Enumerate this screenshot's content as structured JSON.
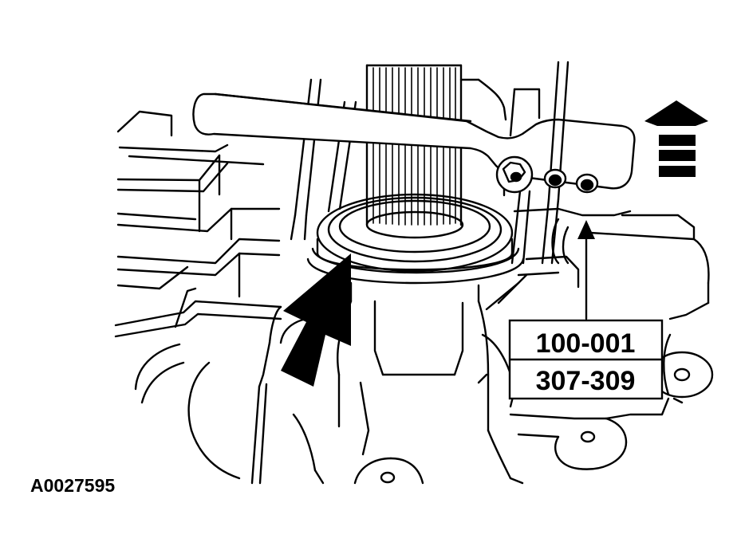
{
  "figure": {
    "id": "A0027595",
    "tool_numbers": [
      "100-001",
      "307-309"
    ]
  },
  "colors": {
    "line": "#000000",
    "background": "#ffffff"
  },
  "icons": {
    "force_arrow": "large-arrow-pointing-up-right",
    "direction_indicator": "up-arrow-with-bars"
  }
}
